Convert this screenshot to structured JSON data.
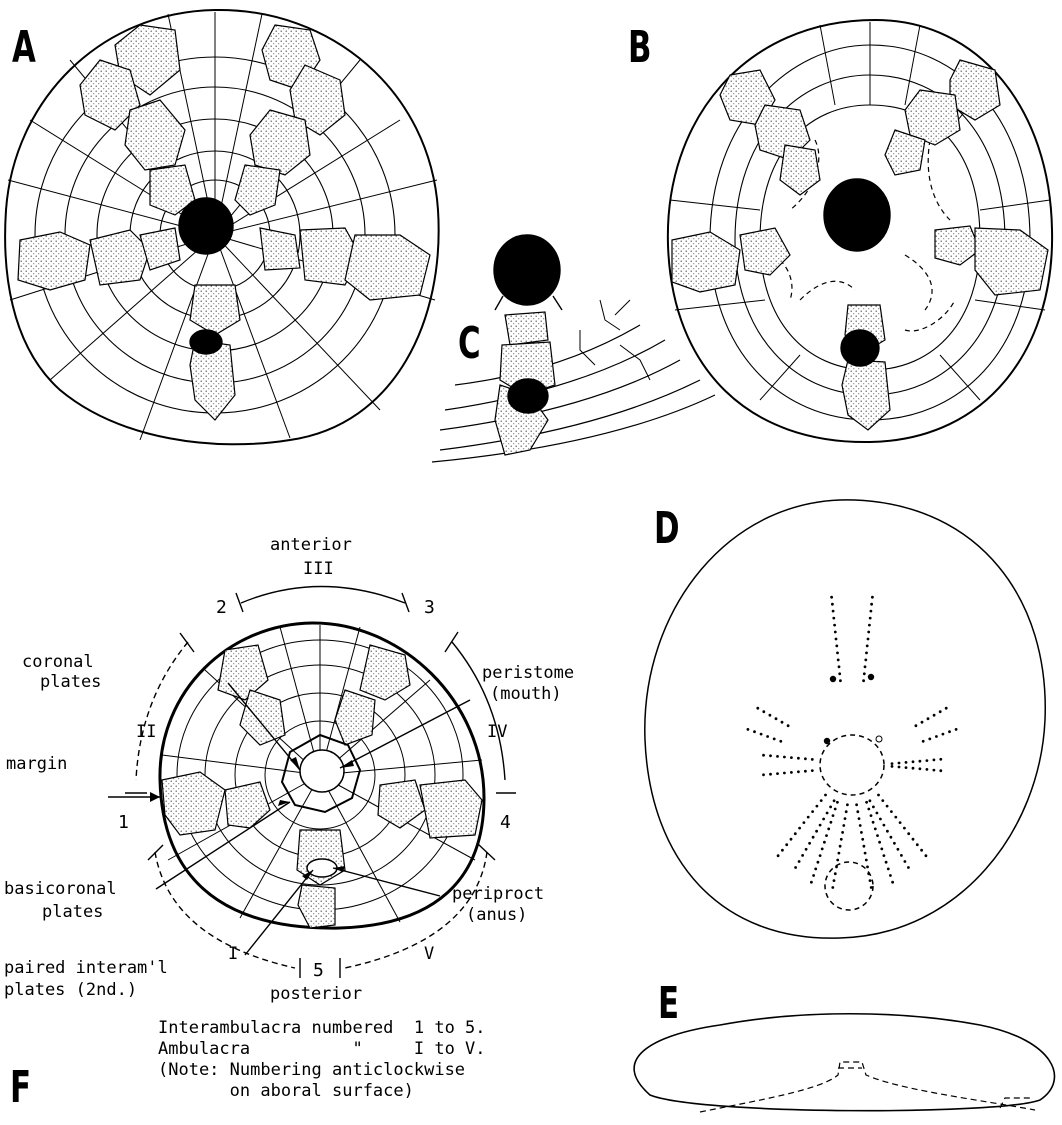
{
  "panels": {
    "a": "A",
    "b": "B",
    "c": "C",
    "d": "D",
    "e": "E",
    "f": "F"
  },
  "figure_f": {
    "anterior": "anterior",
    "posterior": "posterior",
    "ambulacra": {
      "I": "I",
      "II": "II",
      "III": "III",
      "IV": "IV",
      "V": "V"
    },
    "interambulacra": {
      "n1": "1",
      "n2": "2",
      "n3": "3",
      "n4": "4",
      "n5": "5"
    },
    "labels": {
      "coronal_1": "coronal",
      "coronal_2": "plates",
      "peristome_1": "peristome",
      "peristome_2": "(mouth)",
      "margin": "margin",
      "basicoronal_1": "basicoronal",
      "basicoronal_2": "plates",
      "periproct_1": "periproct",
      "periproct_2": "(anus)",
      "paired_1": "paired interam'l",
      "paired_2": "plates (2nd.)"
    },
    "caption": [
      "Interambulacra numbered  1 to 5.",
      "Ambulacra          \"     I to V.",
      "(Note: Numbering anticlockwise",
      "       on aboral surface)"
    ]
  },
  "colors": {
    "ink": "#000000",
    "stipple": "#d8d8d8",
    "paper": "#ffffff"
  }
}
